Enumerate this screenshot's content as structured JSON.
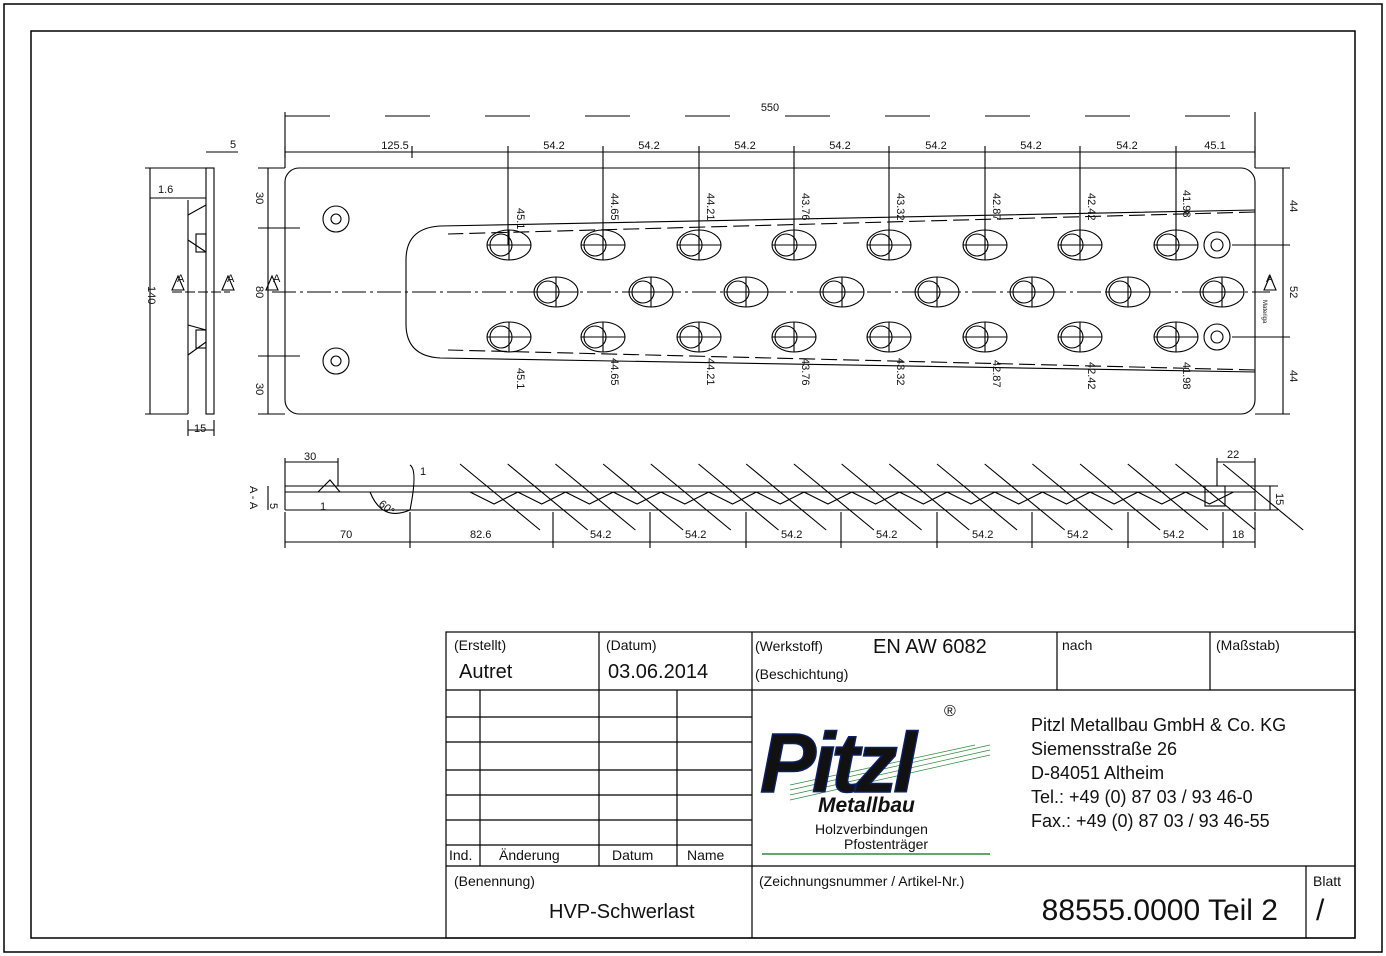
{
  "drawing": {
    "overall_length": "550",
    "top_dims": [
      "125.5",
      "54.2",
      "54.2",
      "54.2",
      "54.2",
      "54.2",
      "54.2",
      "54.2",
      "45.1"
    ],
    "taper_widths": [
      "45.1",
      "44.65",
      "44.21",
      "43.76",
      "43.32",
      "42.87",
      "42.42",
      "41.98"
    ],
    "taper_widths_lower": [
      "45.1",
      "44.65",
      "44.21",
      "43.76",
      "43.32",
      "42.87",
      "42.42",
      "41.98"
    ],
    "left_height_dims": {
      "top": "30",
      "middle": "80",
      "bottom": "30"
    },
    "right_height_dims": {
      "top": "44",
      "middle": "52",
      "bottom": "44"
    },
    "side_view": {
      "top_dim": "5",
      "offset_dim": "1.6",
      "height_dim": "140",
      "thickness_dim": "15"
    },
    "section": {
      "label": "A - A",
      "start_dim": "30",
      "left_height": "5",
      "one_a": "1",
      "one_b": "1",
      "angle": "60°",
      "bottom_dims": [
        "70",
        "82.6",
        "54.2",
        "54.2",
        "54.2",
        "54.2",
        "54.2",
        "54.2",
        "54.2",
        "18"
      ],
      "right_top_dim": "22",
      "right_height": "15"
    },
    "section_marker": "A",
    "material_note": "Materiga"
  },
  "title_block": {
    "erstellt_label": "(Erstellt)",
    "erstellt_value": "Autret",
    "datum_label": "(Datum)",
    "datum_value": "03.06.2014",
    "werkstoff_label": "(Werkstoff)",
    "werkstoff_value": "EN AW 6082",
    "beschichtung_label": "(Beschichtung)",
    "nach_label": "nach",
    "massstab_label": "(Maßstab)",
    "revision_headers": [
      "Ind.",
      "Änderung",
      "Datum",
      "Name"
    ],
    "benennung_label": "(Benennung)",
    "benennung_value": "HVP-Schwerlast",
    "zeichnungsnummer_label": "(Zeichnungsnummer / Artikel-Nr.)",
    "zeichnungsnummer_value": "88555.0000 Teil 2",
    "blatt_label": "Blatt",
    "blatt_value": "/"
  },
  "logo": {
    "brand": "Pitzl",
    "registered": "®",
    "line1": "Metallbau",
    "line2": "Holzverbindungen",
    "line3": "Pfostenträger",
    "brand_color": "#1f3f9a",
    "accent_color": "#2e8b3e"
  },
  "company": {
    "name": "Pitzl Metallbau GmbH & Co. KG",
    "street": "Siemensstraße 26",
    "city": "D-84051 Altheim",
    "tel": "Tel.:  +49 (0) 87 03 / 93 46-0",
    "fax": "Fax.: +49 (0) 87 03 / 93 46-55"
  }
}
